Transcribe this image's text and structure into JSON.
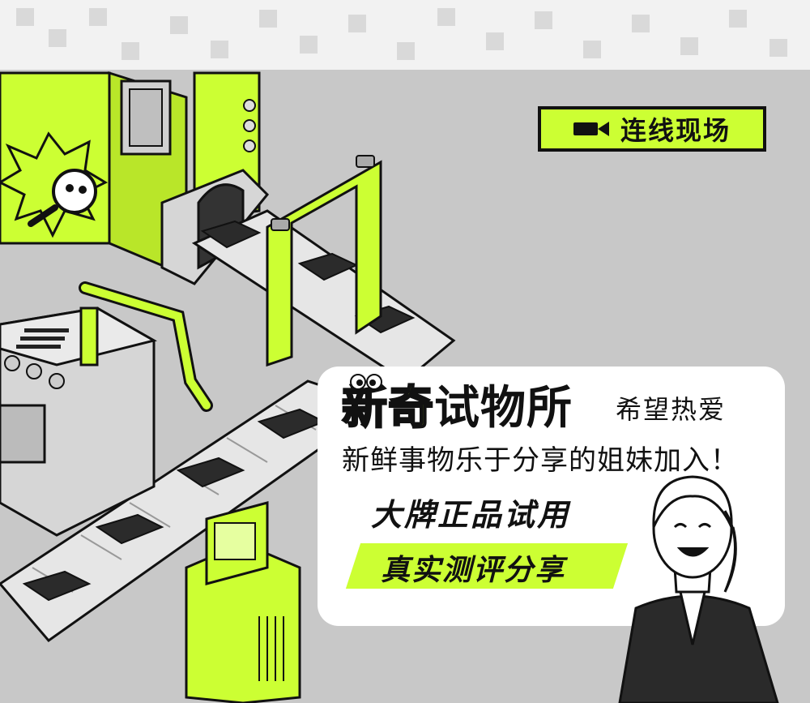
{
  "badge": {
    "label": "连线现场",
    "icon": "video-camera-icon"
  },
  "card": {
    "brand_part1": "新奇",
    "brand_part2": "试物所",
    "subtitle": "希望热爱",
    "line2": "新鲜事物乐于分享的姐妹加入！",
    "line3": "大牌正品试用",
    "tag": "真实测评分享"
  },
  "colors": {
    "accent": "#ccff33",
    "ink": "#111111",
    "background": "#c8c8c8",
    "card": "#ffffff"
  }
}
